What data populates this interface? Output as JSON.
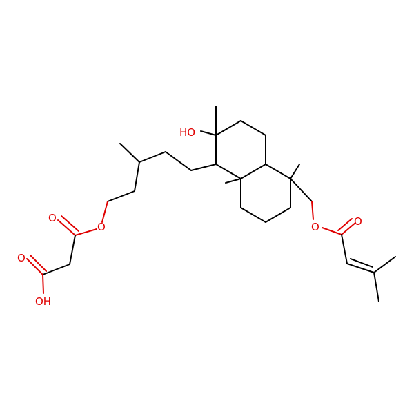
{
  "molecule": {
    "atom_labels": {
      "hydroxyl": "HO",
      "ester_o_left": "O",
      "carbonyl_o_left": "O",
      "acid_carbonyl_o": "O",
      "acid_oh": "OH",
      "ester_o_right": "O",
      "carbonyl_o_right": "O"
    },
    "colors": {
      "bond": "#000000",
      "heteroatom": "#e00000",
      "background": "#ffffff"
    }
  }
}
